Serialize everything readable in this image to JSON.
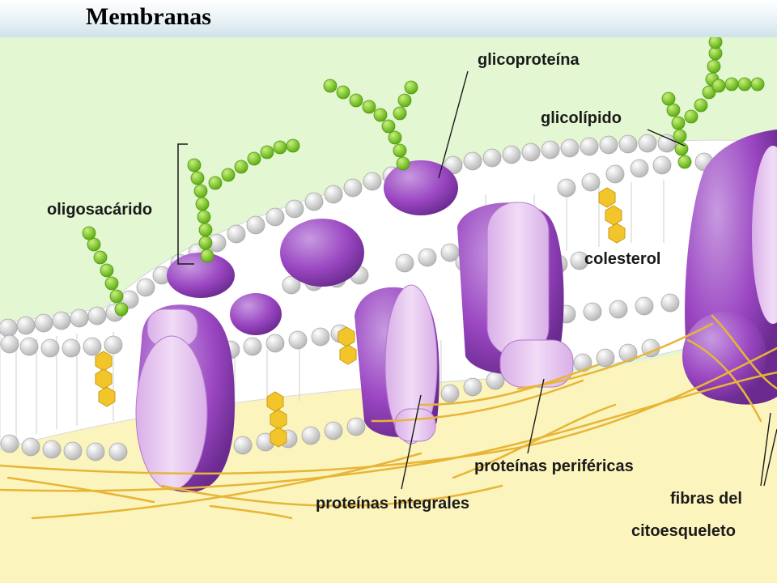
{
  "title": "Membranas",
  "labels": {
    "glicoproteina": "glicoproteína",
    "glicolipido": "glicolípido",
    "oligosacarido": "oligosacárido",
    "colesterol": "colesterol",
    "proteinas_perifericas": "proteínas periféricas",
    "proteinas_integrales": "proteínas integrales",
    "fibras_line1": "fibras del",
    "fibras_line2": "citoesqueleto"
  },
  "colors": {
    "background_upper": "#e3f7d2",
    "background_lower": "#fcf4bd",
    "phospholipid_head": "#e6e6e6",
    "protein_purple": "#9b47c2",
    "protein_light": "#e6c4ef",
    "sugar_chain": "#8fd42a",
    "cholesterol": "#f2c62b",
    "cytoskeleton_fiber": "#e7b537"
  },
  "icons": [
    "membrane-diagram"
  ]
}
